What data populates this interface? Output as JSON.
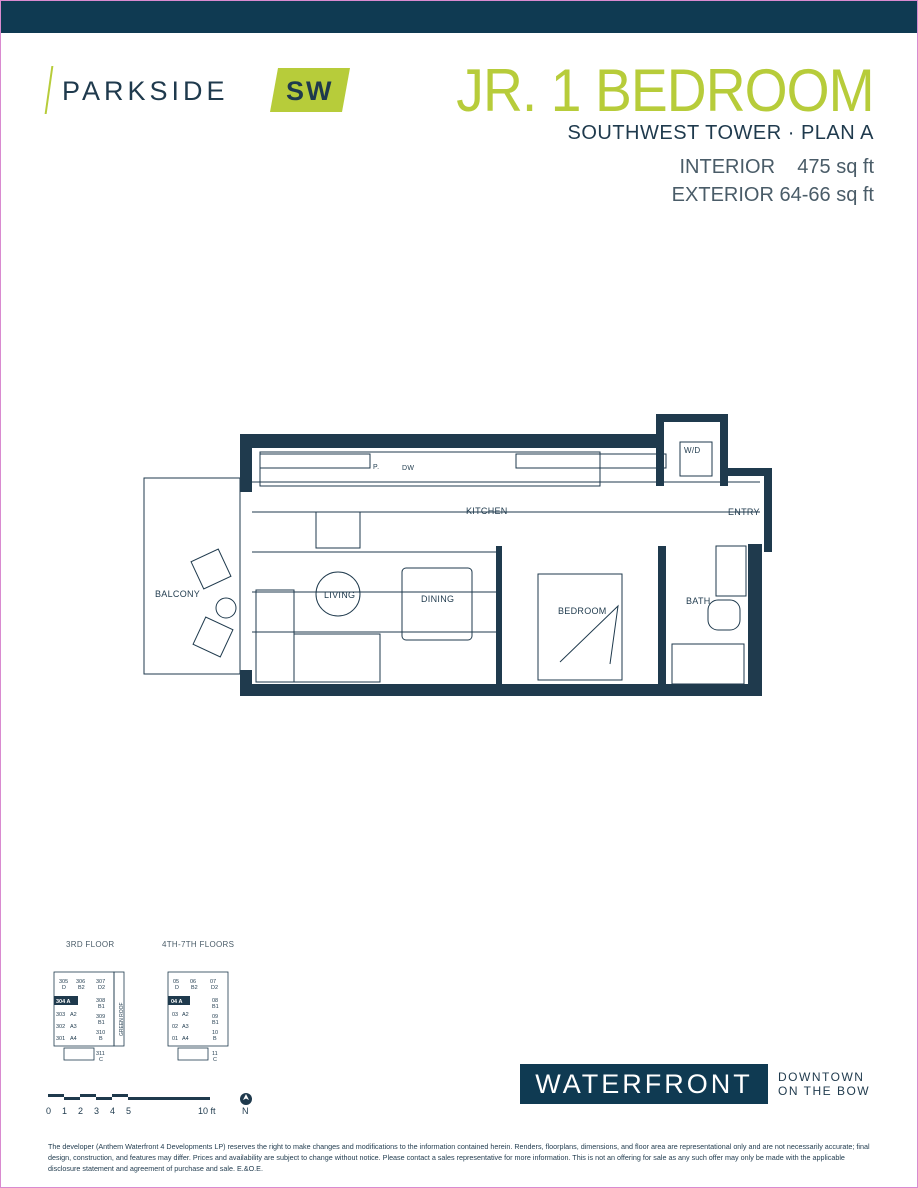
{
  "brand": {
    "word": "PARKSIDE",
    "mark": "SW"
  },
  "header": {
    "title": "JR. 1 BEDROOM",
    "subtitle": "SOUTHWEST TOWER · PLAN A",
    "interior_label": "INTERIOR",
    "interior_value": "475 sq ft",
    "exterior_label": "EXTERIOR",
    "exterior_value": "64-66 sq ft"
  },
  "floorplan": {
    "rooms": {
      "kitchen": "KITCHEN",
      "entry": "ENTRY",
      "living": "LIVING",
      "dining": "DINING",
      "bedroom": "BEDROOM",
      "bath": "BATH",
      "balcony": "BALCONY",
      "wd": "W/D",
      "dw": "DW",
      "pantry": "P."
    }
  },
  "keyplans": {
    "third": {
      "label": "3RD FLOOR",
      "units": [
        "305",
        "D",
        "306",
        "B2",
        "307",
        "D2",
        "304 A",
        "308",
        "B1",
        "303",
        "A2",
        "309",
        "B1",
        "302",
        "A3",
        "310",
        "B",
        "301",
        "A4",
        "311",
        "C"
      ],
      "roof": "GREEN ROOF",
      "selected": "304 A"
    },
    "upper": {
      "label": "4TH-7TH FLOORS",
      "units": [
        "05",
        "D",
        "06",
        "B2",
        "07",
        "D2",
        "04 A",
        "08",
        "B1",
        "03",
        "A2",
        "09",
        "B1",
        "02",
        "A3",
        "10",
        "B",
        "01",
        "A4",
        "11",
        "C"
      ],
      "selected": "04 A"
    }
  },
  "scale": {
    "ticks": [
      "0",
      "1",
      "2",
      "3",
      "4",
      "5"
    ],
    "end": "10 ft",
    "north": "N"
  },
  "footer": {
    "waterfront": "WATERFRONT",
    "tag_line1": "DOWNTOWN",
    "tag_line2": "ON THE BOW",
    "disclaimer": "The developer (Anthem Waterfront 4 Developments LP) reserves the right to make changes and modifications to the information contained herein. Renders, floorplans, dimensions, and floor area are representational only and are not necessarily accurate; final design, construction, and features may differ. Prices and availability are subject to change without notice. Please contact a sales representative for more information. This is not an offering for sale as any such offer may only be made with the applicable disclosure statement and agreement of purchase and sale. E.&O.E."
  },
  "colors": {
    "navy": "#0f3a52",
    "lime": "#b7cc3a"
  }
}
